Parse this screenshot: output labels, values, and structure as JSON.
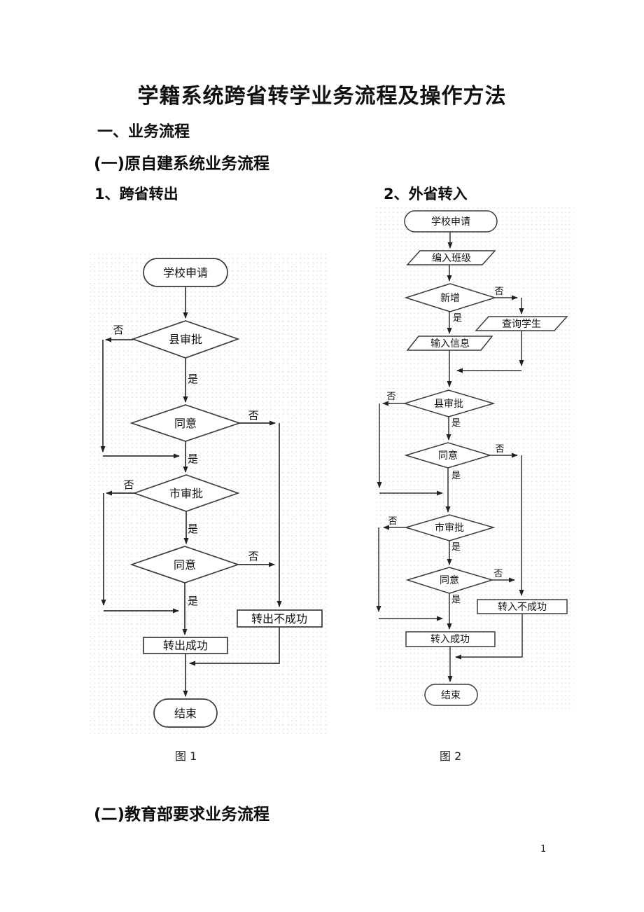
{
  "document": {
    "title": "学籍系统跨省转学业务流程及操作方法",
    "section_1": "一、业务流程",
    "section_1_1": "(一)原自建系统业务流程",
    "figure1_heading": "1、跨省转出",
    "figure2_heading": "2、外省转入",
    "section_1_2": "(二)教育部要求业务流程",
    "page_number": "1"
  },
  "branch": {
    "yes": "是",
    "no": "否"
  },
  "figure1": {
    "caption": "图 1",
    "nodes": {
      "start": "学校申请",
      "county_review": "县审批",
      "county_agree": "同意",
      "city_review": "市审批",
      "city_agree": "同意",
      "fail": "转出不成功",
      "success": "转出成功",
      "end": "结束"
    }
  },
  "figure2": {
    "caption": "图 2",
    "nodes": {
      "start": "学校申请",
      "assign_class": "编入班级",
      "new_check": "新增",
      "query_student": "查询学生",
      "input_info": "输入信息",
      "county_review": "县审批",
      "county_agree": "同意",
      "city_review": "市审批",
      "city_agree": "同意",
      "fail": "转入不成功",
      "success": "转入成功",
      "end": "结束"
    }
  },
  "colors": {
    "ink": "#1a1a1a",
    "line": "#333333",
    "paper": "#ffffff"
  }
}
